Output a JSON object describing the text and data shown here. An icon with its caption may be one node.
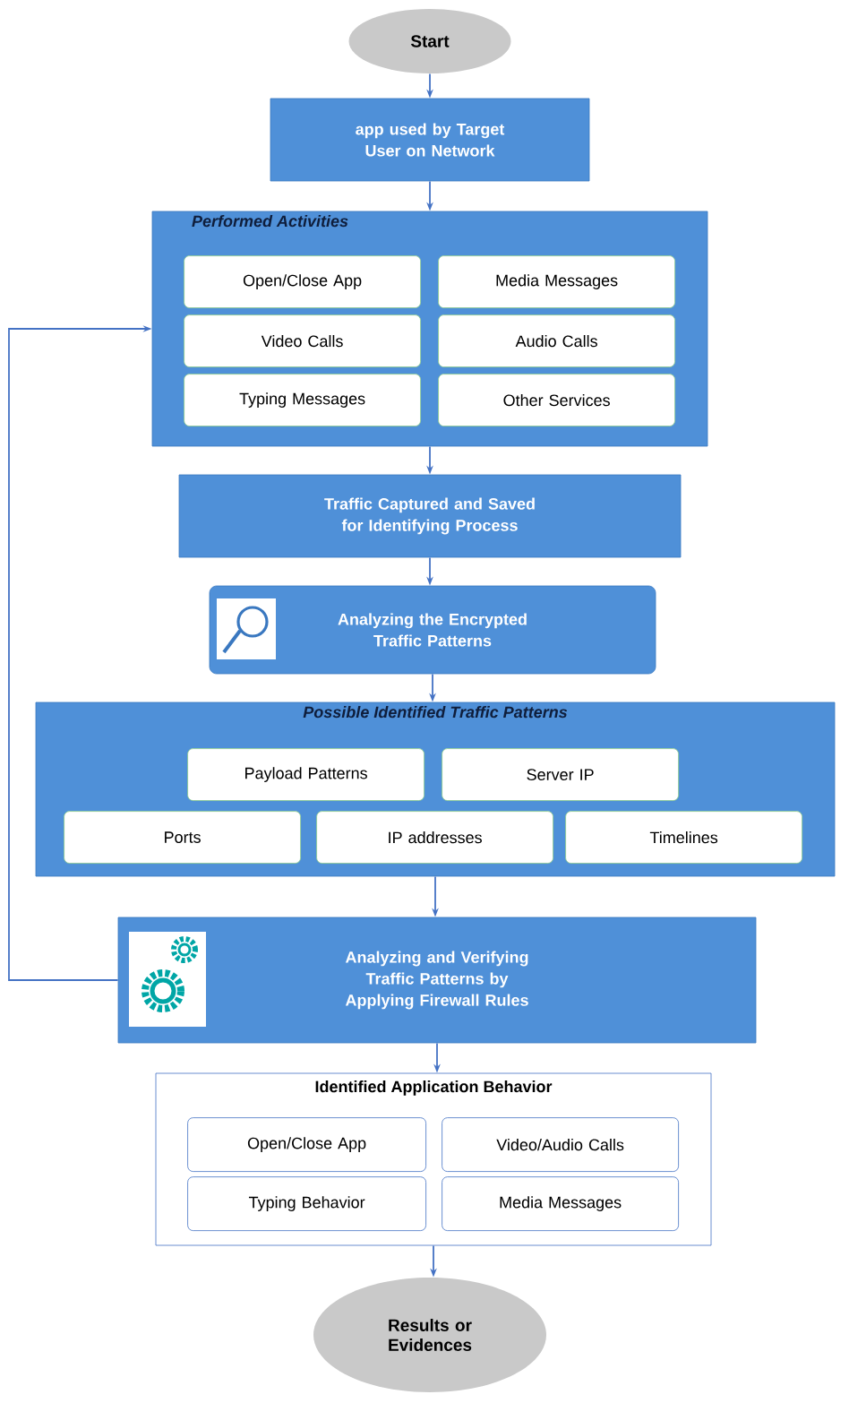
{
  "diagram": {
    "nodes": [
      {
        "text": [
          "Start"
        ]
      },
      {
        "text": [
          "app used by Target User on Network"
        ]
      },
      {
        "text": [
          "Performed Activities"
        ]
      },
      {
        "text": [
          "Open/Close App"
        ],
        "in": 2
      },
      {
        "text": [
          "Media Messages"
        ],
        "in": 2
      },
      {
        "text": [
          "Video Calls"
        ],
        "in": 2
      },
      {
        "text": [
          "Audio Calls"
        ],
        "in": 2
      },
      {
        "text": [
          "Typing Messages"
        ],
        "in": 2
      },
      {
        "text": [
          "Other Services"
        ],
        "in": 2
      },
      {
        "text": [
          "Traffic Captured and Saved for Identifying Process"
        ]
      },
      {
        "text": [
          "Analyzing the Encrypted Traffic Patterns"
        ]
      },
      {
        "text": [
          "Possible Identified Traffic Patterns"
        ]
      },
      {
        "text": [
          "Payload Patterns"
        ],
        "in": 11
      },
      {
        "text": [
          "Server IP"
        ],
        "in": 11
      },
      {
        "text": [
          "Ports"
        ],
        "in": 11
      },
      {
        "text": [
          "IP addresses"
        ],
        "in": 11
      },
      {
        "text": [
          "Timelines"
        ],
        "in": 11
      },
      {
        "text": [
          "**Analyzing and Verifying Traffic Patterns** by **Applying Firewall Rules**"
        ]
      },
      {
        "text": [
          "Identified Application Behavior"
        ]
      },
      {
        "text": [
          "Open/Close App"
        ],
        "in": 18
      },
      {
        "text": [
          "Video/Audio Calls"
        ],
        "in": 18
      },
      {
        "text": [
          "Typing Behavior"
        ],
        "in": 18
      },
      {
        "text": [
          "Media Messages"
        ],
        "in": 18
      },
      {
        "text": [
          "Results or Evidences"
        ]
      }
    ],
    "edges": [
      {
        "from": 0,
        "to": 1,
        "arrow": "to"
      },
      {
        "from": 1,
        "to": 2,
        "arrow": "to"
      },
      {
        "from": 2,
        "to": 9,
        "arrow": "to"
      },
      {
        "from": 9,
        "to": 10,
        "arrow": "to"
      },
      {
        "from": 10,
        "to": 11,
        "arrow": "to"
      },
      {
        "from": 11,
        "to": 17,
        "arrow": "to"
      },
      {
        "from": 17,
        "to": 18,
        "arrow": "to"
      },
      {
        "from": 18,
        "to": 23,
        "arrow": "to"
      },
      {
        "from": 17,
        "to": 2,
        "arrow": "to"
      }
    ]
  }
}
